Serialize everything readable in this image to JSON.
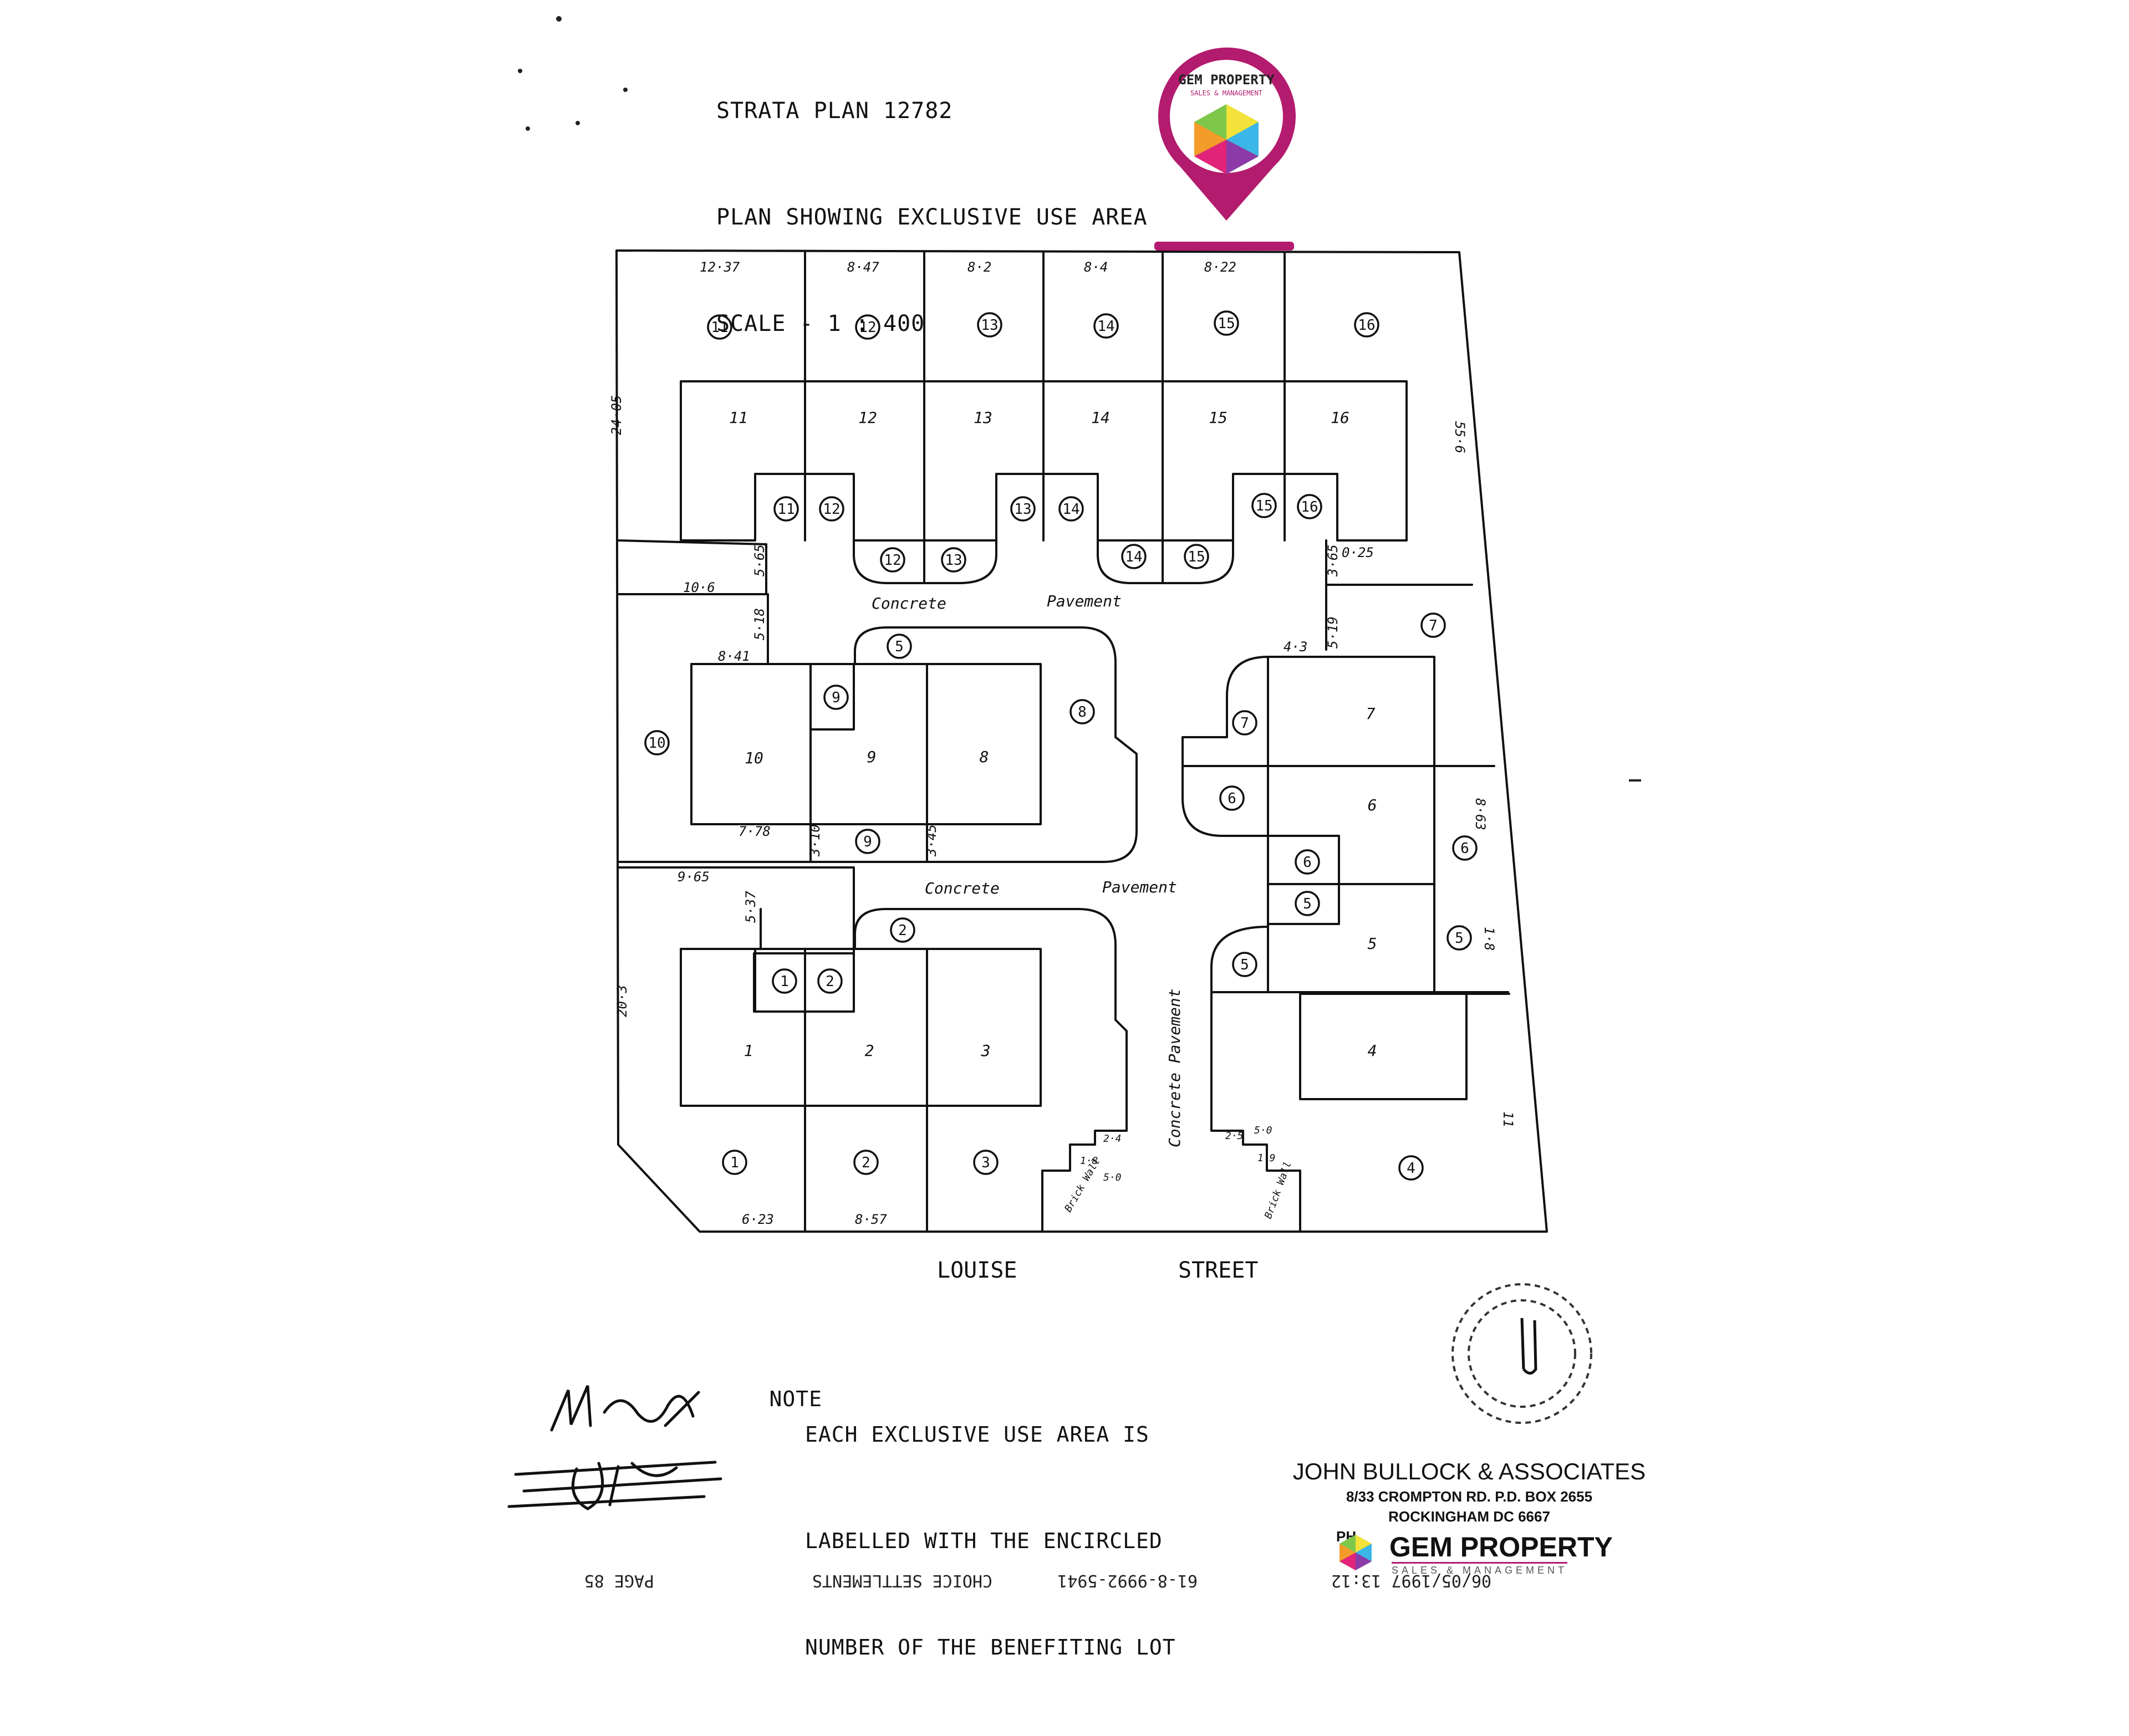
{
  "header": {
    "line1": "STRATA PLAN 12782",
    "line2": "PLAN SHOWING EXCLUSIVE USE AREA",
    "line3": "SCALE - 1 : 400"
  },
  "brand": {
    "name": "GEM PROPERTY",
    "tagline": "SALES & MANAGEMENT",
    "pin_color": "#b31b6e"
  },
  "dimensions": {
    "top": [
      "12·37",
      "8·47",
      "8·2",
      "8·4",
      "8·22"
    ],
    "left_top": "24·05",
    "right_side": "55·6",
    "right_lower": "11",
    "right_mid": "8·63",
    "right_small": "1·8",
    "mid_left": [
      "10·6",
      "5·65",
      "5·18",
      "8·41",
      "7·78",
      "3·10",
      "3·45",
      "9·65",
      "5·37",
      "3·65",
      "0·25",
      "5·19",
      "4·3"
    ],
    "bottom": [
      "6·23",
      "8·57"
    ],
    "left_bottom": "20·3",
    "steps_left": [
      "2·4",
      "1·8",
      "5·0"
    ],
    "steps_right": [
      "2·5",
      "1·9",
      "5·0"
    ]
  },
  "lots": [
    "1",
    "2",
    "3",
    "4",
    "5",
    "6",
    "7",
    "8",
    "9",
    "10",
    "11",
    "12",
    "13",
    "14",
    "15",
    "16"
  ],
  "labels": {
    "pavement_top": [
      "Concrete",
      "Pavement"
    ],
    "pavement_mid": [
      "Concrete",
      "Pavement"
    ],
    "pavement_vertical": "Concrete Pavement",
    "gate_left": "Brick Wall",
    "gate_right": "Brick Wall"
  },
  "street": {
    "word1": "LOUISE",
    "word2": "STREET"
  },
  "note": {
    "heading": "NOTE",
    "lines": [
      "EACH EXCLUSIVE USE AREA IS",
      "LABELLED WITH THE ENCIRCLED",
      "NUMBER OF THE BENEFITING LOT"
    ]
  },
  "firm": {
    "name": "JOHN BULLOCK & ASSOCIATES",
    "address1": "8/33 CROMPTON RD.   P.D. BOX 2655",
    "address2": "ROCKINGHAM  DC  6667",
    "address3": "PH"
  },
  "footer_inverted": {
    "page": "PAGE  85",
    "company": "CHOICE SETTLEMENTS",
    "phone": "61-8-9992-5941",
    "datetime": "06/05/1997  13:12"
  }
}
